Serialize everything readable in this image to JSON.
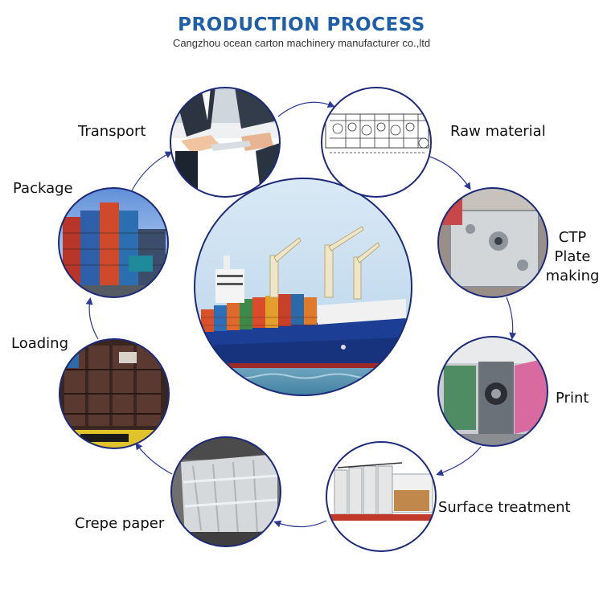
{
  "header": {
    "title": "PRODUCTION PROCESS",
    "subtitle": "Cangzhou ocean carton machinery manufacturer co.,ltd"
  },
  "steps": [
    {
      "label": "Transport",
      "icon": "business-meeting-photo"
    },
    {
      "label": "Raw material",
      "icon": "machine-blueprint-photo"
    },
    {
      "label": "CTP Plate making",
      "icon": "machine-frame-photo"
    },
    {
      "label": "Print",
      "icon": "printing-unit-photo"
    },
    {
      "label": "Surface treatment",
      "icon": "production-line-photo"
    },
    {
      "label": "Crepe paper",
      "icon": "wrapped-machine-photo"
    },
    {
      "label": "Loading",
      "icon": "container-interior-photo"
    },
    {
      "label": "Package",
      "icon": "container-stack-photo"
    }
  ],
  "center": {
    "icon": "cargo-ship-photo"
  },
  "colors": {
    "accent": "#1f5ea8",
    "ring": "#1c2a78",
    "arrow": "#2c3a96"
  }
}
